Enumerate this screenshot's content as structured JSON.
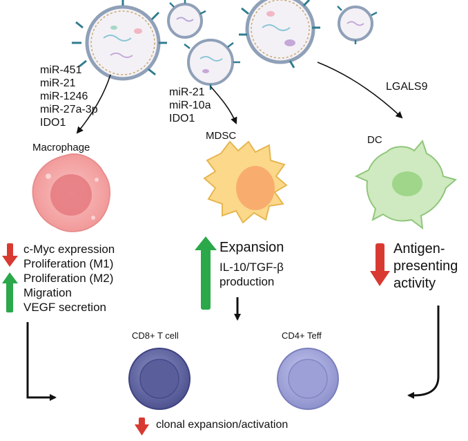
{
  "exosome_cargo": {
    "macrophage": [
      "miR-451",
      "miR-21",
      "miR-1246",
      "miR-27a-3p",
      "IDO1"
    ],
    "mdsc": [
      "miR-21",
      "miR-10a",
      "IDO1"
    ],
    "dc": [
      "LGALS9"
    ]
  },
  "cells": {
    "macrophage": "Macrophage",
    "mdsc": "MDSC",
    "dc": "DC",
    "cd8": "CD8+ T cell",
    "cd4": "CD4+ Teff"
  },
  "effects": {
    "macrophage_down": [
      "c-Myc expression",
      "Proliferation (M1)"
    ],
    "macrophage_up": [
      "Proliferation (M2)",
      "Migration",
      "VEGF secretion"
    ],
    "mdsc_up_title": "Expansion",
    "mdsc_up_lines": [
      "IL-10/TGF-β",
      "production"
    ],
    "dc_down": [
      "Antigen-",
      "presenting",
      "activity"
    ],
    "tcell_down": "clonal expansion/activation"
  },
  "colors": {
    "up_arrow": "#2aa84a",
    "down_arrow": "#d83a32",
    "macrophage": "#f6a6a6",
    "mdsc": "#fbd87a",
    "dc": "#b6e0a4",
    "cd8": "#6a6fa6",
    "cd4": "#9ea2d6"
  }
}
